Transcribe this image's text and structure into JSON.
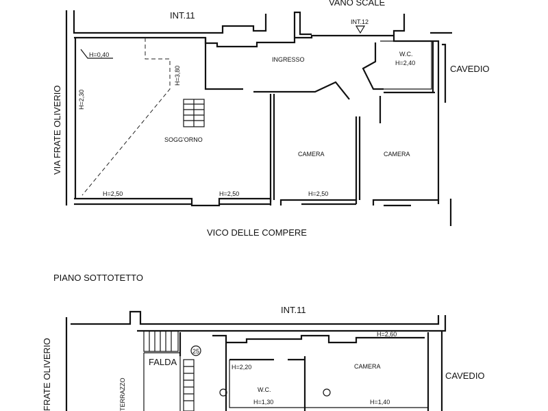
{
  "upper_plan": {
    "top_labels": {
      "neighbor": "INT.11",
      "stairwell": "VANO SCALE",
      "neighbor_2": "INT.12"
    },
    "street_left": "VIA FRATE OLIVERIO",
    "street_bottom": "VICO DELLE COMPERE",
    "courtyard": "CAVEDIO",
    "rooms": [
      {
        "name": "INGRESSO"
      },
      {
        "name": "W.C.",
        "height": "H=2,40"
      },
      {
        "name": "SOGG'ORNO"
      },
      {
        "name": "CAMERA",
        "height": "H=2,50"
      },
      {
        "name": "CAMERA"
      }
    ],
    "heights": {
      "h040": "H=0,40",
      "h380": "H=3,80",
      "h230": "H=2,30",
      "h250a": "H=2,50",
      "h250b": "H=2,50"
    }
  },
  "lower_plan": {
    "title": "PIANO SOTTOTETTO",
    "neighbor": "INT.11",
    "street_left": "FRATE OLIVERIO",
    "courtyard": "CAVEDIO",
    "falda": "FALDA",
    "terrace": "TERRAZZO",
    "stair_mark": "25",
    "rooms": [
      {
        "name": "W.C.",
        "height_top": "H=2,20",
        "height_bottom": "H=1,30"
      },
      {
        "name": "CAMERA",
        "height_top": "H=2,60",
        "height_bottom": "H=1,40"
      }
    ]
  }
}
